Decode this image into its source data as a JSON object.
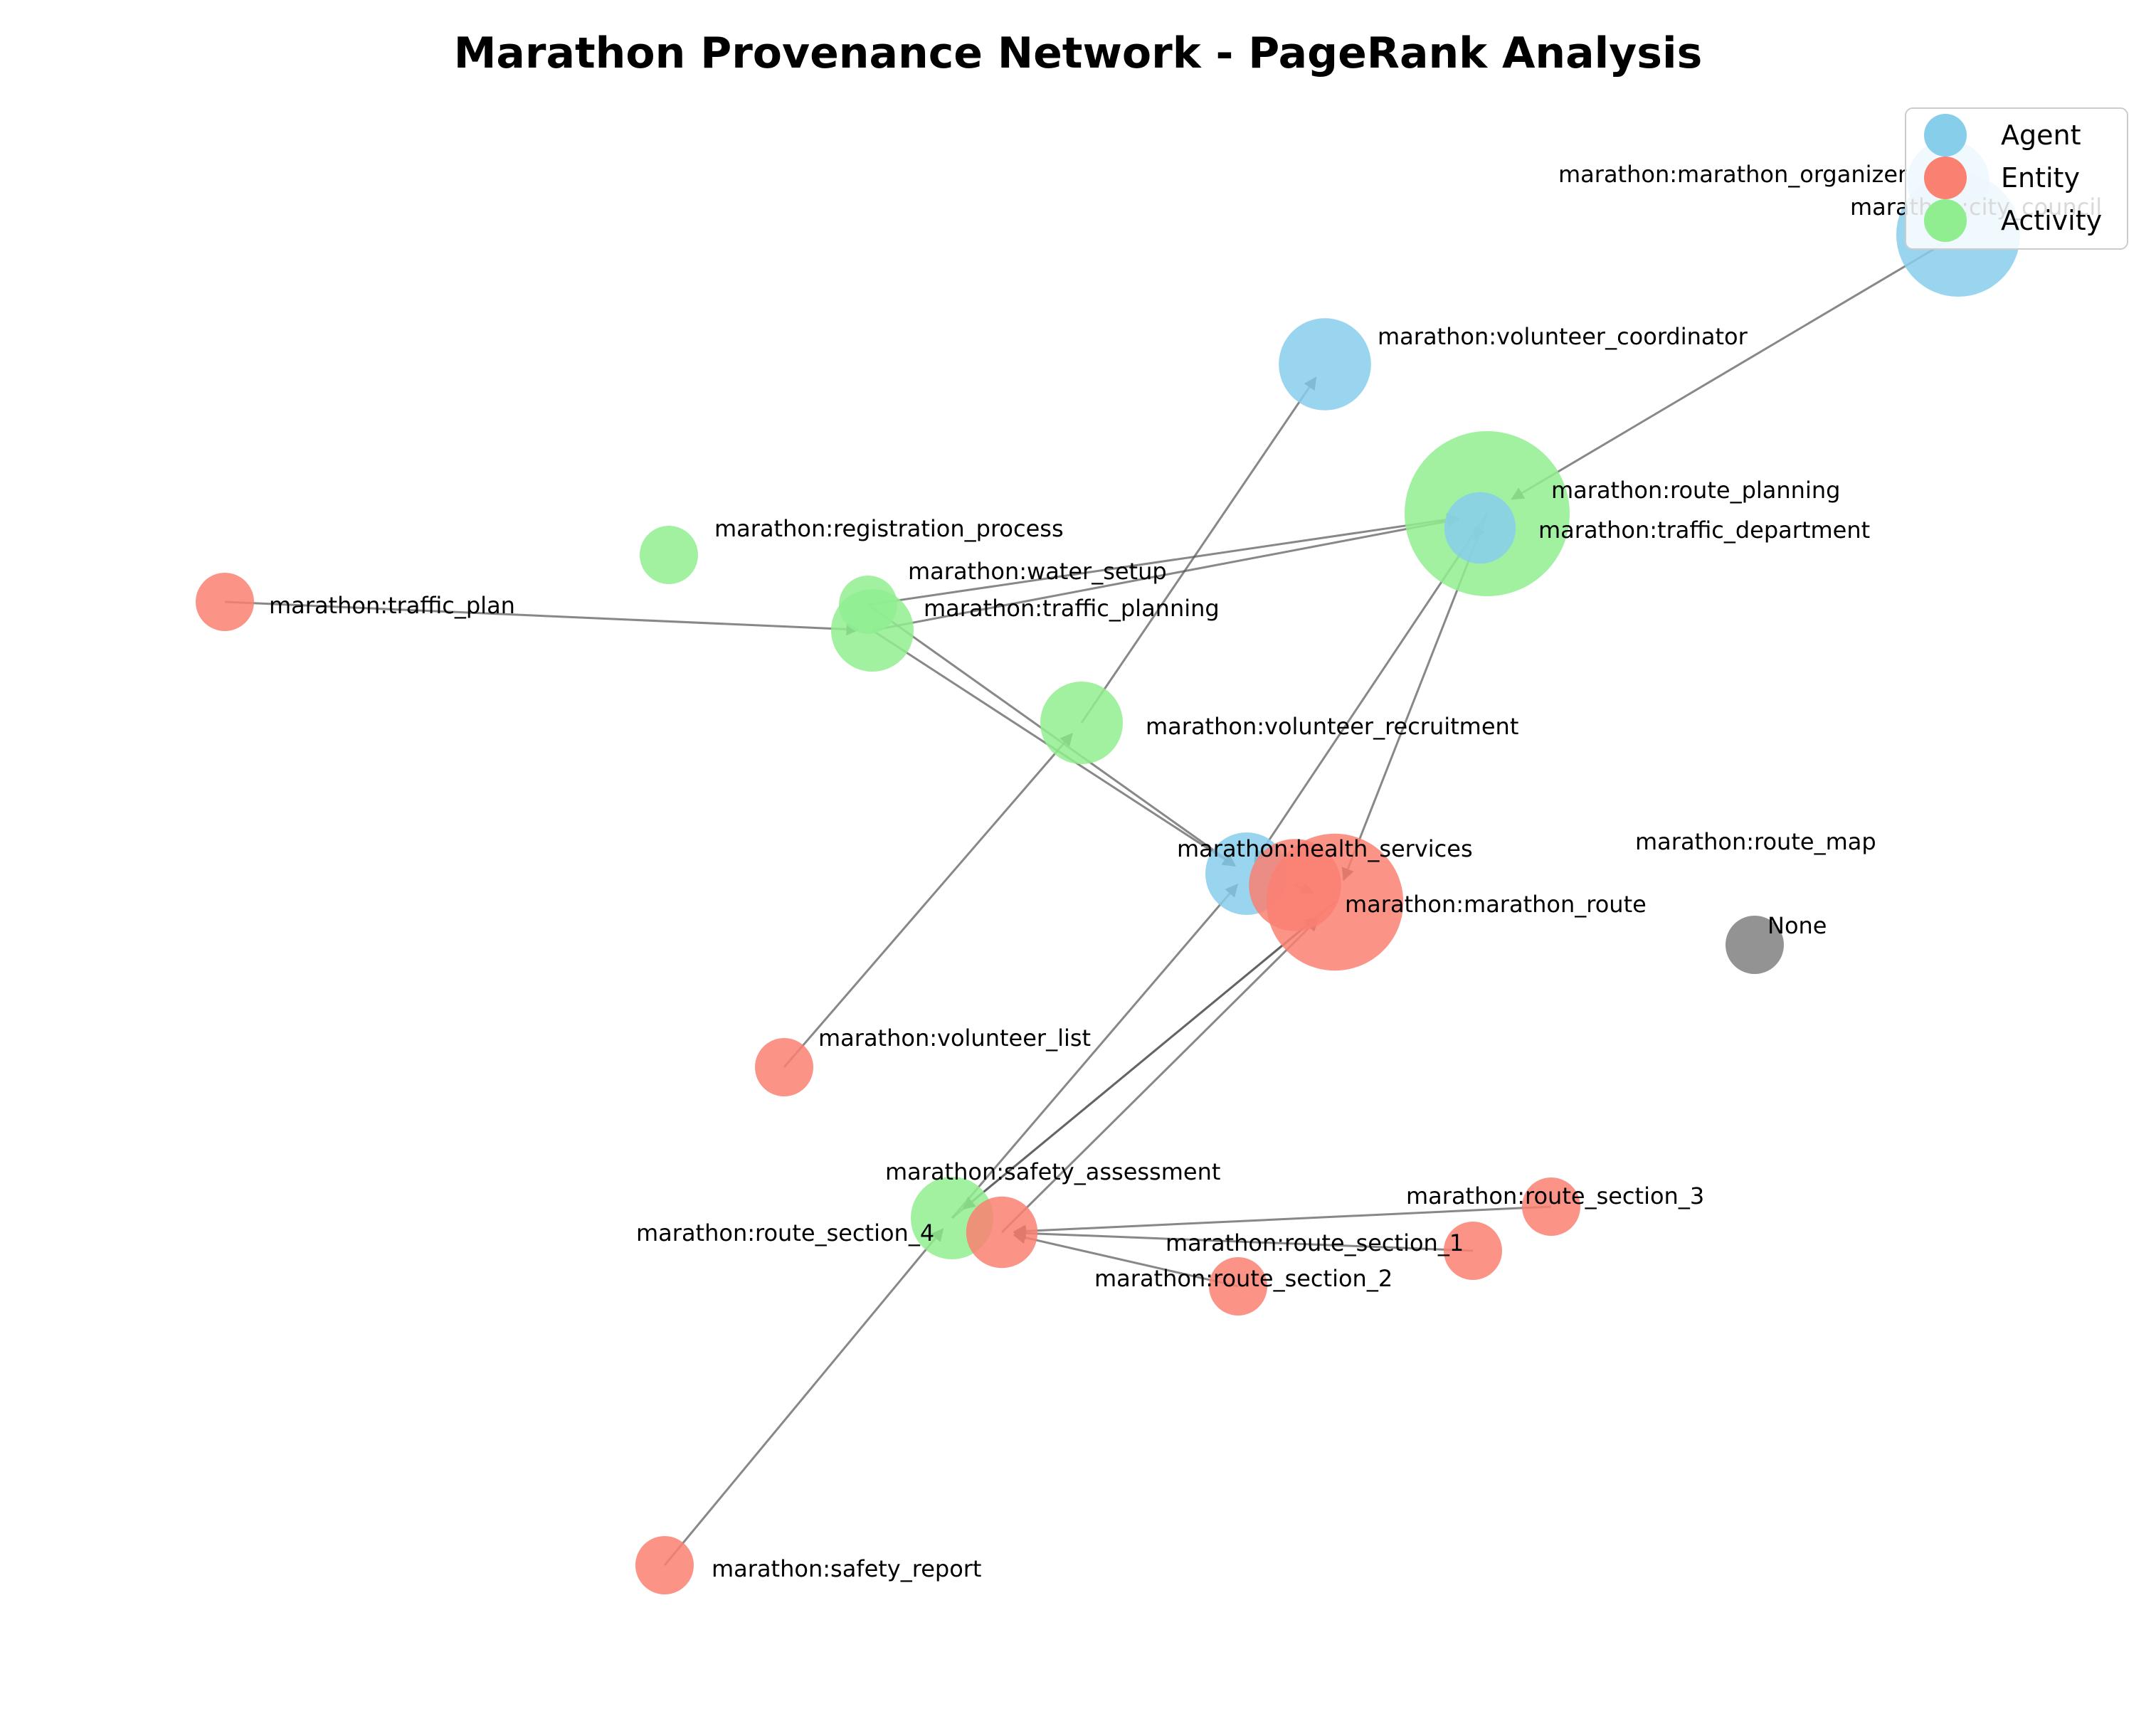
{
  "title": "Marathon Provenance Network - PageRank Analysis",
  "colors": {
    "Agent": "#87CEEB",
    "Entity": "#FA8072",
    "Activity": "#90EE90",
    "Unknown": "#808080",
    "edge": "#555555"
  },
  "legend": [
    {
      "type": "Agent",
      "label": "Agent"
    },
    {
      "type": "Entity",
      "label": "Entity"
    },
    {
      "type": "Activity",
      "label": "Activity"
    }
  ],
  "nodes": [
    {
      "id": "marathon_organizer",
      "label": "marathon:marathon_organizer",
      "type": "Agent",
      "pagerank": 0.04
    },
    {
      "id": "city_council",
      "label": "marathon:city_council",
      "type": "Agent",
      "pagerank": 0.09
    },
    {
      "id": "volunteer_coordinator",
      "label": "marathon:volunteer_coordinator",
      "type": "Agent",
      "pagerank": 0.05
    },
    {
      "id": "route_planning",
      "label": "marathon:route_planning",
      "type": "Activity",
      "pagerank": 0.16
    },
    {
      "id": "traffic_department",
      "label": "marathon:traffic_department",
      "type": "Agent",
      "pagerank": 0.03
    },
    {
      "id": "registration_process",
      "label": "marathon:registration_process",
      "type": "Activity",
      "pagerank": 0.02
    },
    {
      "id": "traffic_plan",
      "label": "marathon:traffic_plan",
      "type": "Entity",
      "pagerank": 0.02
    },
    {
      "id": "water_setup",
      "label": "marathon:water_setup",
      "type": "Activity",
      "pagerank": 0.02
    },
    {
      "id": "traffic_planning",
      "label": "marathon:traffic_planning",
      "type": "Activity",
      "pagerank": 0.04
    },
    {
      "id": "volunteer_recruitment",
      "label": "marathon:volunteer_recruitment",
      "type": "Activity",
      "pagerank": 0.04
    },
    {
      "id": "health_services",
      "label": "marathon:health_services",
      "type": "Agent",
      "pagerank": 0.04
    },
    {
      "id": "route_map",
      "label": "marathon:route_map",
      "type": "Entity",
      "pagerank": 0.05
    },
    {
      "id": "marathon_route",
      "label": "marathon:marathon_route",
      "type": "Entity",
      "pagerank": 0.11
    },
    {
      "id": "none",
      "label": "None",
      "type": "Unknown",
      "pagerank": 0.02
    },
    {
      "id": "volunteer_list",
      "label": "marathon:volunteer_list",
      "type": "Entity",
      "pagerank": 0.02
    },
    {
      "id": "safety_assessment",
      "label": "marathon:safety_assessment",
      "type": "Activity",
      "pagerank": 0.04
    },
    {
      "id": "route_section_3",
      "label": "marathon:route_section_3",
      "type": "Entity",
      "pagerank": 0.02
    },
    {
      "id": "route_section_4",
      "label": "marathon:route_section_4",
      "type": "Entity",
      "pagerank": 0.03
    },
    {
      "id": "route_section_1",
      "label": "marathon:route_section_1",
      "type": "Entity",
      "pagerank": 0.02
    },
    {
      "id": "route_section_2",
      "label": "marathon:route_section_2",
      "type": "Entity",
      "pagerank": 0.02
    },
    {
      "id": "safety_report",
      "label": "marathon:safety_report",
      "type": "Entity",
      "pagerank": 0.02
    }
  ],
  "edges": [
    {
      "source": "marathon_organizer",
      "target": "city_council"
    },
    {
      "source": "city_council",
      "target": "route_planning"
    },
    {
      "source": "traffic_department",
      "target": "route_planning"
    },
    {
      "source": "water_setup",
      "target": "route_planning"
    },
    {
      "source": "traffic_planning",
      "target": "route_planning"
    },
    {
      "source": "traffic_plan",
      "target": "traffic_planning"
    },
    {
      "source": "traffic_planning",
      "target": "health_services"
    },
    {
      "source": "water_setup",
      "target": "health_services"
    },
    {
      "source": "volunteer_recruitment",
      "target": "volunteer_coordinator"
    },
    {
      "source": "volunteer_list",
      "target": "volunteer_recruitment"
    },
    {
      "source": "route_planning",
      "target": "health_services"
    },
    {
      "source": "route_planning",
      "target": "marathon_route"
    },
    {
      "source": "route_map",
      "target": "marathon_route"
    },
    {
      "source": "marathon_route",
      "target": "safety_assessment"
    },
    {
      "source": "safety_assessment",
      "target": "health_services"
    },
    {
      "source": "safety_assessment",
      "target": "marathon_route"
    },
    {
      "source": "route_section_4",
      "target": "marathon_route"
    },
    {
      "source": "route_section_3",
      "target": "route_section_4"
    },
    {
      "source": "route_section_1",
      "target": "route_section_4"
    },
    {
      "source": "route_section_2",
      "target": "route_section_4"
    },
    {
      "source": "safety_report",
      "target": "safety_assessment"
    }
  ]
}
